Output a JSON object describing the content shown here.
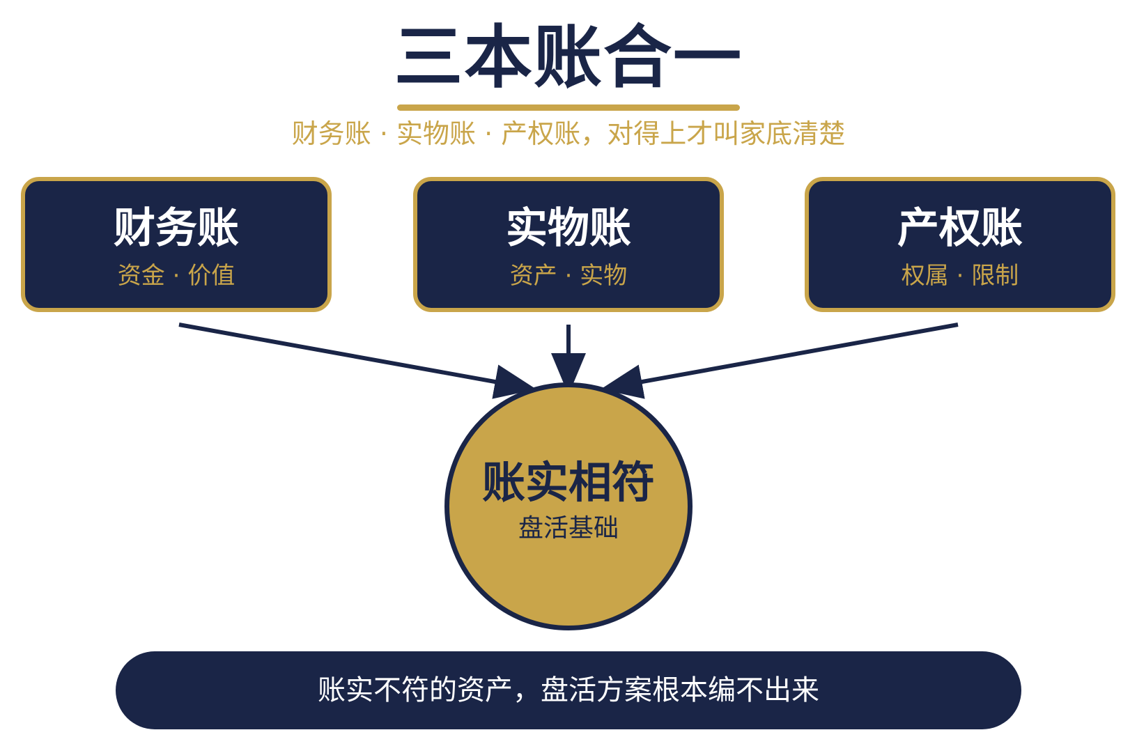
{
  "title": "三本账合一",
  "subtitle": "财务账 · 实物账 · 产权账，对得上才叫家底清楚",
  "boxes": [
    {
      "title": "财务账",
      "subtitle": "资金 · 价值"
    },
    {
      "title": "实物账",
      "subtitle": "资产 · 实物"
    },
    {
      "title": "产权账",
      "subtitle": "权属 · 限制"
    }
  ],
  "center": {
    "title": "账实相符",
    "subtitle": "盘活基础"
  },
  "banner": "账实不符的资产，盘活方案根本编不出来",
  "colors": {
    "navy": "#1a2547",
    "gold": "#c9a54a",
    "background": "#ffffff"
  }
}
